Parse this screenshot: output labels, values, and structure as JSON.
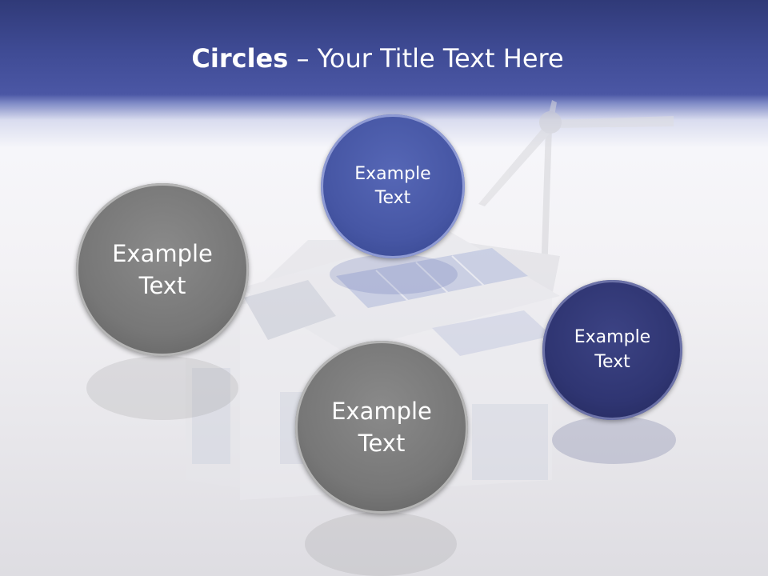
{
  "slide": {
    "title_bold": "Circles",
    "title_rest": " – Your Title Text Here"
  },
  "circles": [
    {
      "label": "Example Text",
      "color": "#4656a4"
    },
    {
      "label": "Example Text",
      "color": "#777777"
    },
    {
      "label": "Example Text",
      "color": "#2f3572"
    },
    {
      "label": "Example Text",
      "color": "#777777"
    }
  ],
  "icons": [
    "house-illustration",
    "wind-turbine-icon",
    "solar-panel-icon"
  ]
}
